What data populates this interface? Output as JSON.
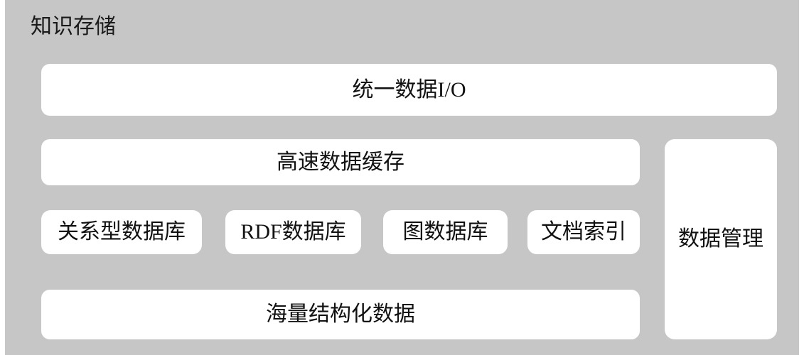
{
  "diagram": {
    "type": "layered-architecture-block-diagram",
    "title": "知识存储",
    "background_color": "#c6c6c6",
    "card_color": "#ffffff",
    "text_color": "#111111",
    "layers": [
      {
        "id": "io",
        "label": "统一数据I/O",
        "role": "unified-data-io-layer"
      },
      {
        "id": "cache",
        "label": "高速数据缓存",
        "role": "high-speed-data-cache-layer"
      },
      {
        "id": "stores",
        "role": "storage-engines-row",
        "items": [
          {
            "id": "relational",
            "label": "关系型数据库"
          },
          {
            "id": "rdf",
            "label": "RDF数据库"
          },
          {
            "id": "graph",
            "label": "图数据库"
          },
          {
            "id": "docindex",
            "label": "文档索引"
          }
        ]
      },
      {
        "id": "bulk",
        "label": "海量结构化数据",
        "role": "massive-structured-data-layer"
      }
    ],
    "side_panel": {
      "id": "management",
      "label": "数据管理",
      "role": "data-management-column"
    }
  }
}
